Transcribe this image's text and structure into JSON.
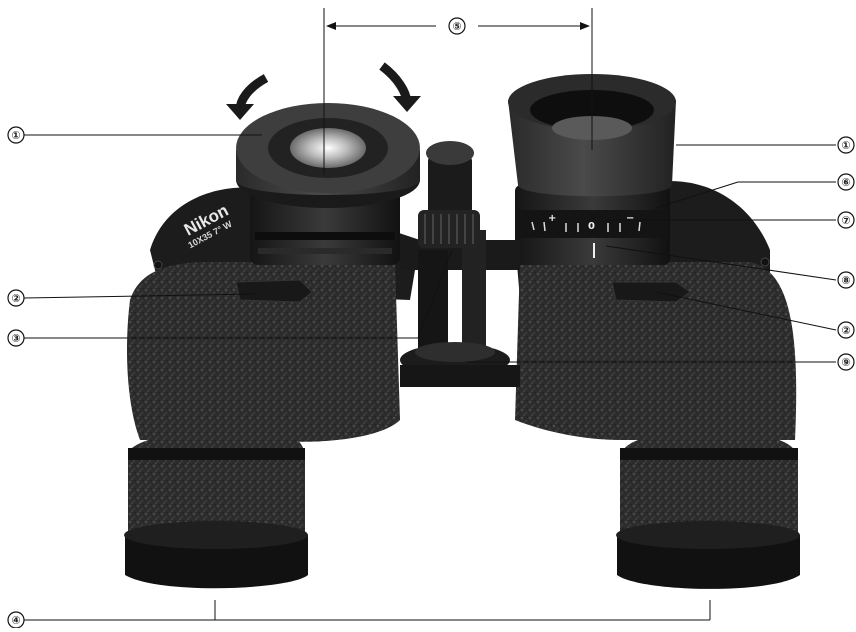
{
  "brand": {
    "name": "Nikon",
    "model": "10X35 7° W"
  },
  "diopter_scale": {
    "plus": "+",
    "minus": "−",
    "zero": "0"
  },
  "callouts": [
    {
      "id": "c1-left",
      "label": "①"
    },
    {
      "id": "c1-right",
      "label": "①"
    },
    {
      "id": "c2-left",
      "label": "②"
    },
    {
      "id": "c2-right",
      "label": "②"
    },
    {
      "id": "c3",
      "label": "③"
    },
    {
      "id": "c4",
      "label": "④"
    },
    {
      "id": "c5",
      "label": "⑤"
    },
    {
      "id": "c6",
      "label": "⑥"
    },
    {
      "id": "c7",
      "label": "⑦"
    },
    {
      "id": "c8",
      "label": "⑧"
    },
    {
      "id": "c9",
      "label": "⑨"
    }
  ]
}
